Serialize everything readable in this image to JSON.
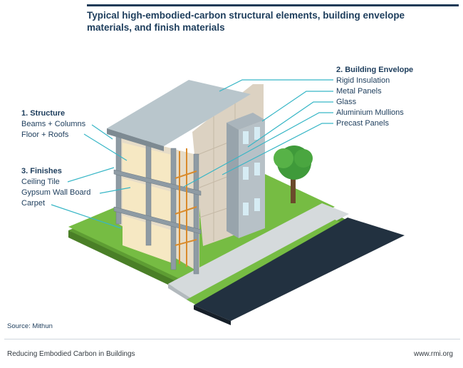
{
  "title": "Typical high-embodied-carbon structural elements, building envelope materials, and finish materials",
  "structure": {
    "heading": "1. Structure",
    "items": [
      "Beams + Columns",
      "Floor + Roofs"
    ]
  },
  "finishes": {
    "heading": "3. Finishes",
    "items": [
      "Ceiling Tile",
      "Gypsum Wall Board",
      "Carpet"
    ]
  },
  "envelope": {
    "heading": "2. Building Envelope",
    "items": [
      "Rigid Insulation",
      "Metal Panels",
      "Glass",
      "Aluminium Mullions",
      "Precast Panels"
    ]
  },
  "source": "Source: Mithun",
  "footer": {
    "left": "Reducing Embodied Carbon in Buildings",
    "right": "www.rmi.org"
  },
  "colors": {
    "text": "#1d3d5c",
    "leader": "#37b6c6",
    "grass": "#76bc43",
    "road": "#223140",
    "steel": "#8e9ba4",
    "precast": "#dcd2c2"
  }
}
